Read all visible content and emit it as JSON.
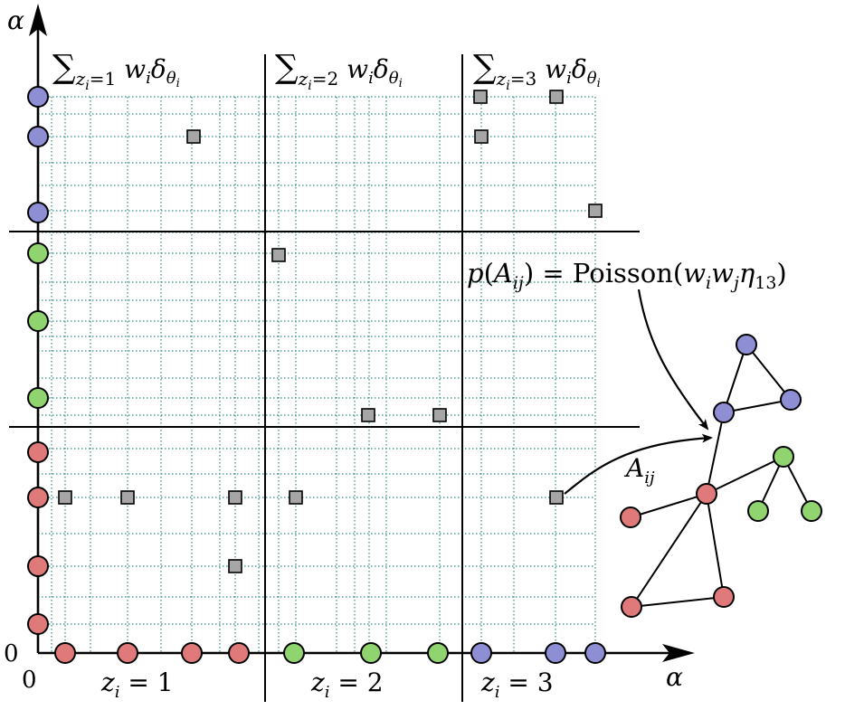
{
  "axes": {
    "y_axis_label": "α",
    "x_axis_label": "α",
    "y_origin_label": "0",
    "x_origin_label": "0"
  },
  "groups": [
    {
      "label": "z",
      "subscript": "i",
      "eq": " = 1"
    },
    {
      "label": "z",
      "subscript": "i",
      "eq": " = 2"
    },
    {
      "label": "z",
      "subscript": "i",
      "eq": " = 3"
    }
  ],
  "sums": [
    {
      "sigma": "∑",
      "sub": "z",
      "subsub": "i",
      "subeq": "=1",
      "body": "w",
      "bodysub": "i",
      "delta": "δ",
      "deltasub": "θ",
      "deltasubsub": "i"
    },
    {
      "sigma": "∑",
      "sub": "z",
      "subsub": "i",
      "subeq": "=2",
      "body": "w",
      "bodysub": "i",
      "delta": "δ",
      "deltasub": "θ",
      "deltasubsub": "i"
    },
    {
      "sigma": "∑",
      "sub": "z",
      "subsub": "i",
      "subeq": "=3",
      "body": "w",
      "bodysub": "i",
      "delta": "δ",
      "deltasub": "θ",
      "deltasubsub": "i"
    }
  ],
  "formula": {
    "p": "p",
    "open": "(",
    "A": "A",
    "Asub": "ij",
    "close": ")",
    "eq": " = ",
    "poisson": "Poisson",
    "popen": "(",
    "w1": "w",
    "w1sub": "i",
    "w2": "w",
    "w2sub": "j",
    "eta": "η",
    "etasub": "13",
    "pclose": ")"
  },
  "edge_label": {
    "A": "A",
    "sub": "ij"
  },
  "colors": {
    "blue": "#8e8ed4",
    "green": "#8fd46e",
    "red": "#e07a7a",
    "gray": "#a6a6a6",
    "grid": "#2e8b84",
    "black": "#000000"
  }
}
